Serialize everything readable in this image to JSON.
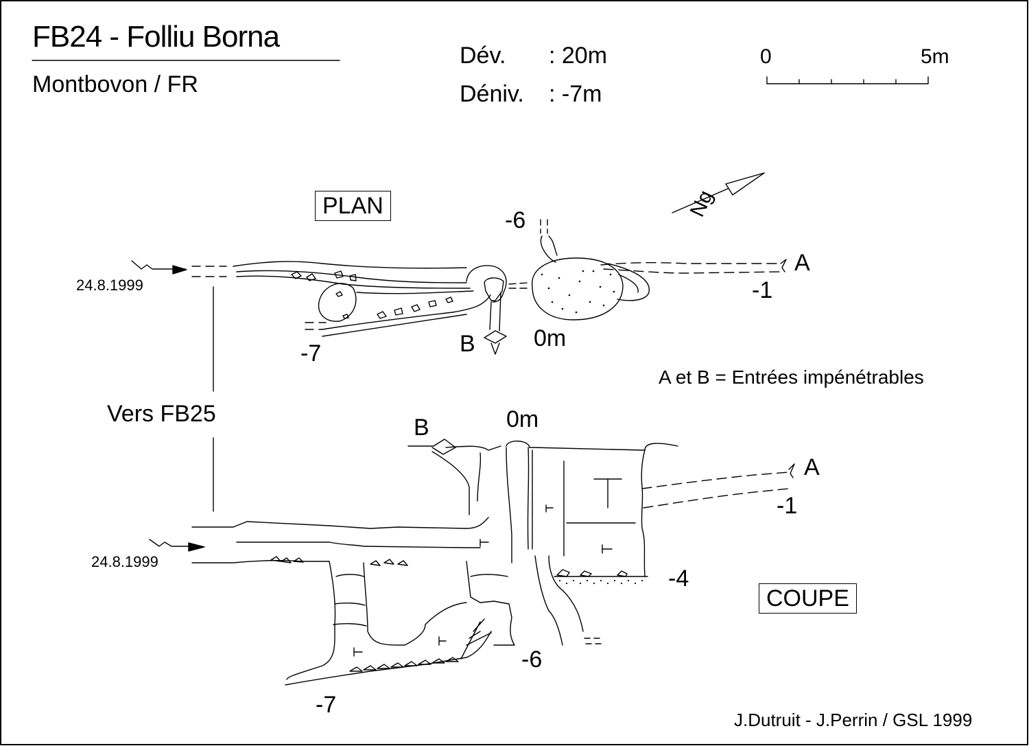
{
  "header": {
    "title": "FB24 - Folliu Borna",
    "location": "Montbovon / FR",
    "dev_label": "Dév.",
    "dev_value": ":  20m",
    "deniv_label": "Déniv.",
    "deniv_value": ":  -7m"
  },
  "scale_bar": {
    "start": "0",
    "end": "5m"
  },
  "north_arrow": {
    "label": "Ng"
  },
  "plan": {
    "title": "PLAN",
    "depth_minus6": "-6",
    "entrance_a": "A",
    "depth_minus1": "-1",
    "date": "24.8.1999",
    "entrance_b": "B",
    "depth_0": "0m",
    "depth_minus7": "-7"
  },
  "legend": {
    "note": "A et B = Entrées impénétrables"
  },
  "link_label": "Vers FB25",
  "coupe": {
    "title": "COUPE",
    "entrance_b": "B",
    "depth_0": "0m",
    "entrance_a": "A",
    "depth_minus1": "-1",
    "date": "24.8.1999",
    "depth_minus4": "-4",
    "depth_minus6": "-6",
    "depth_minus7": "-7"
  },
  "credits": "J.Dutruit - J.Perrin /  GSL 1999"
}
